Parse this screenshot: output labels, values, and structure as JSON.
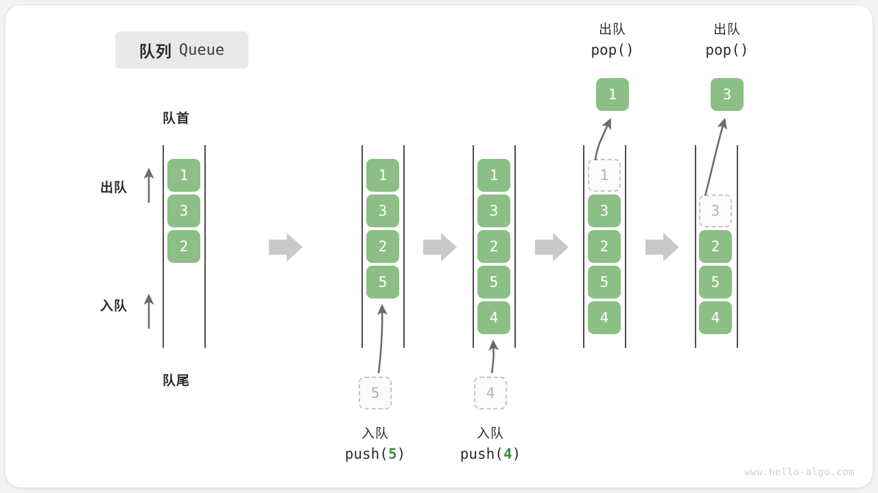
{
  "page": {
    "background": "#f2f2f2",
    "card_background": "#ffffff",
    "watermark": "www.hello-algo.com"
  },
  "colors": {
    "element_green": "#8cbf85",
    "ghost_border": "#c4c4c4",
    "ghost_text": "#b3b3b3",
    "rail": "#4a4a4a",
    "arrow_gray": "#6b6b6b",
    "transition_arrow": "#c9c9c9",
    "badge_background": "#e9e9e9",
    "code_accent_green": "#3e8e41"
  },
  "title": {
    "cn": "队列",
    "en": "Queue"
  },
  "labels": {
    "front": "队首",
    "rear": "队尾",
    "dequeue_side": "出队",
    "enqueue_side": "入队"
  },
  "operations": {
    "push5": {
      "cn": "入队",
      "fn_open": "push(",
      "arg": "5",
      "fn_close": ")",
      "ghost_value": "5"
    },
    "push4": {
      "cn": "入队",
      "fn_open": "push(",
      "arg": "4",
      "fn_close": ")",
      "ghost_value": "4"
    },
    "pop1": {
      "cn": "出队",
      "fn": "pop()",
      "popped_value": "1"
    },
    "pop3": {
      "cn": "出队",
      "fn": "pop()",
      "popped_value": "3"
    }
  },
  "columns": [
    {
      "id": "state-initial",
      "slots": [
        {
          "value": "1",
          "state": "filled"
        },
        {
          "value": "3",
          "state": "filled"
        },
        {
          "value": "2",
          "state": "filled"
        }
      ]
    },
    {
      "id": "state-after-push-5",
      "slots": [
        {
          "value": "1",
          "state": "filled"
        },
        {
          "value": "3",
          "state": "filled"
        },
        {
          "value": "2",
          "state": "filled"
        },
        {
          "value": "5",
          "state": "filled"
        }
      ]
    },
    {
      "id": "state-after-push-4",
      "slots": [
        {
          "value": "1",
          "state": "filled"
        },
        {
          "value": "3",
          "state": "filled"
        },
        {
          "value": "2",
          "state": "filled"
        },
        {
          "value": "5",
          "state": "filled"
        },
        {
          "value": "4",
          "state": "filled"
        }
      ]
    },
    {
      "id": "state-after-pop-1",
      "slots": [
        {
          "value": "1",
          "state": "ghost"
        },
        {
          "value": "3",
          "state": "filled"
        },
        {
          "value": "2",
          "state": "filled"
        },
        {
          "value": "5",
          "state": "filled"
        },
        {
          "value": "4",
          "state": "filled"
        }
      ]
    },
    {
      "id": "state-after-pop-3",
      "slots": [
        {
          "value": "",
          "state": "empty"
        },
        {
          "value": "3",
          "state": "ghost"
        },
        {
          "value": "2",
          "state": "filled"
        },
        {
          "value": "5",
          "state": "filled"
        },
        {
          "value": "4",
          "state": "filled"
        }
      ]
    }
  ]
}
